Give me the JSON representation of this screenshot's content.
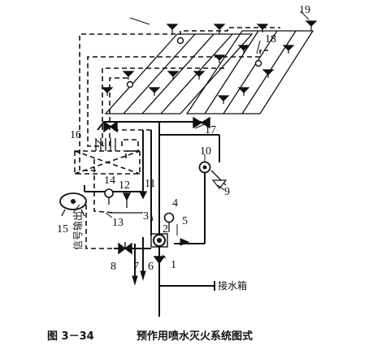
{
  "caption": {
    "figure_no": "图 3－34",
    "title": "预作用喷水灭火系统图式"
  },
  "labels": {
    "n1": "1",
    "n2": "2",
    "n3": "3",
    "n4": "4",
    "n5": "5",
    "n6": "6",
    "n7": "7",
    "n8": "8",
    "n9": "9",
    "n10": "10",
    "n11": "11",
    "n12": "12",
    "n13": "13",
    "n14": "14",
    "n15": "15",
    "n16": "16",
    "n17": "17",
    "n18": "18",
    "n19": "19"
  },
  "texts": {
    "tank": "接水箱",
    "signal_output": "信号输出"
  }
}
